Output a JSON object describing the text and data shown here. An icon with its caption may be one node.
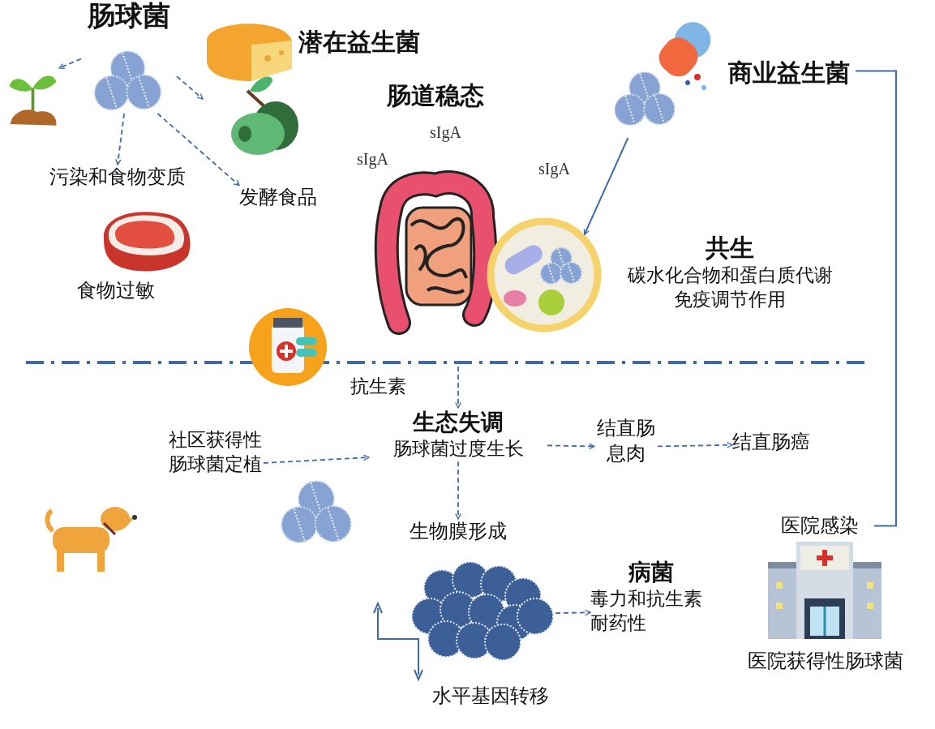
{
  "diagram": {
    "nodes": [
      {
        "text": [
          "肠球菌"
        ]
      },
      {
        "text": [],
        "shape": "picture"
      },
      {
        "text": [
          "污染和食物变质"
        ]
      },
      {
        "text": [
          "潜在益生菌"
        ]
      },
      {
        "text": [
          "发酵食品"
        ]
      },
      {
        "text": [
          "商业益生菌"
        ]
      },
      {
        "text": [
          "肠道稳态"
        ]
      },
      {
        "text": [],
        "shape": "picture"
      },
      {
        "text": [
          "共生",
          "碳水化合物和蛋白质代谢",
          "免疫调节作用"
        ]
      },
      {
        "text": [
          "生态失调",
          "肠球菌过度生长"
        ]
      },
      {
        "text": [
          "社区获得性肠球菌定植"
        ]
      },
      {
        "text": [
          "结直肠息肉"
        ]
      },
      {
        "text": [
          "结直肠癌"
        ]
      },
      {
        "text": [
          "生物膜形成"
        ]
      },
      {
        "text": [],
        "shape": "picture"
      },
      {
        "text": [
          "病菌",
          "毒力和抗生素耐药性"
        ]
      },
      {
        "text": [
          "医院感染"
        ]
      },
      {
        "text": [
          "医院获得性肠球菌"
        ]
      }
    ],
    "edges": [
      {
        "from": 0,
        "to": 1,
        "arrow": "to",
        "style": "dashed"
      },
      {
        "from": 0,
        "to": 3,
        "arrow": "to",
        "style": "dashed"
      },
      {
        "from": 0,
        "to": 2,
        "arrow": "to",
        "style": "dashed"
      },
      {
        "from": 0,
        "to": 4,
        "arrow": "to",
        "style": "dashed"
      },
      {
        "from": 5,
        "to": 7,
        "arrow": "to"
      },
      {
        "from": null,
        "to": 9,
        "arrow": "to",
        "style": "dashed",
        "label": "抗生素"
      },
      {
        "from": 10,
        "to": 9,
        "arrow": "to",
        "style": "dashed"
      },
      {
        "from": 9,
        "to": 11,
        "arrow": "to",
        "style": "dashed"
      },
      {
        "from": 11,
        "to": 12,
        "arrow": "to",
        "style": "dashed"
      },
      {
        "from": 9,
        "to": 13,
        "arrow": "to",
        "style": "dashed"
      },
      {
        "from": 14,
        "to": 15,
        "arrow": "to",
        "style": "dashed"
      },
      {
        "from": 5,
        "to": 16,
        "arrow": "none"
      }
    ],
    "labels": [
      "sIgA",
      "sIgA",
      "sIgA",
      "食物过敏",
      "水平基因转移"
    ]
  }
}
